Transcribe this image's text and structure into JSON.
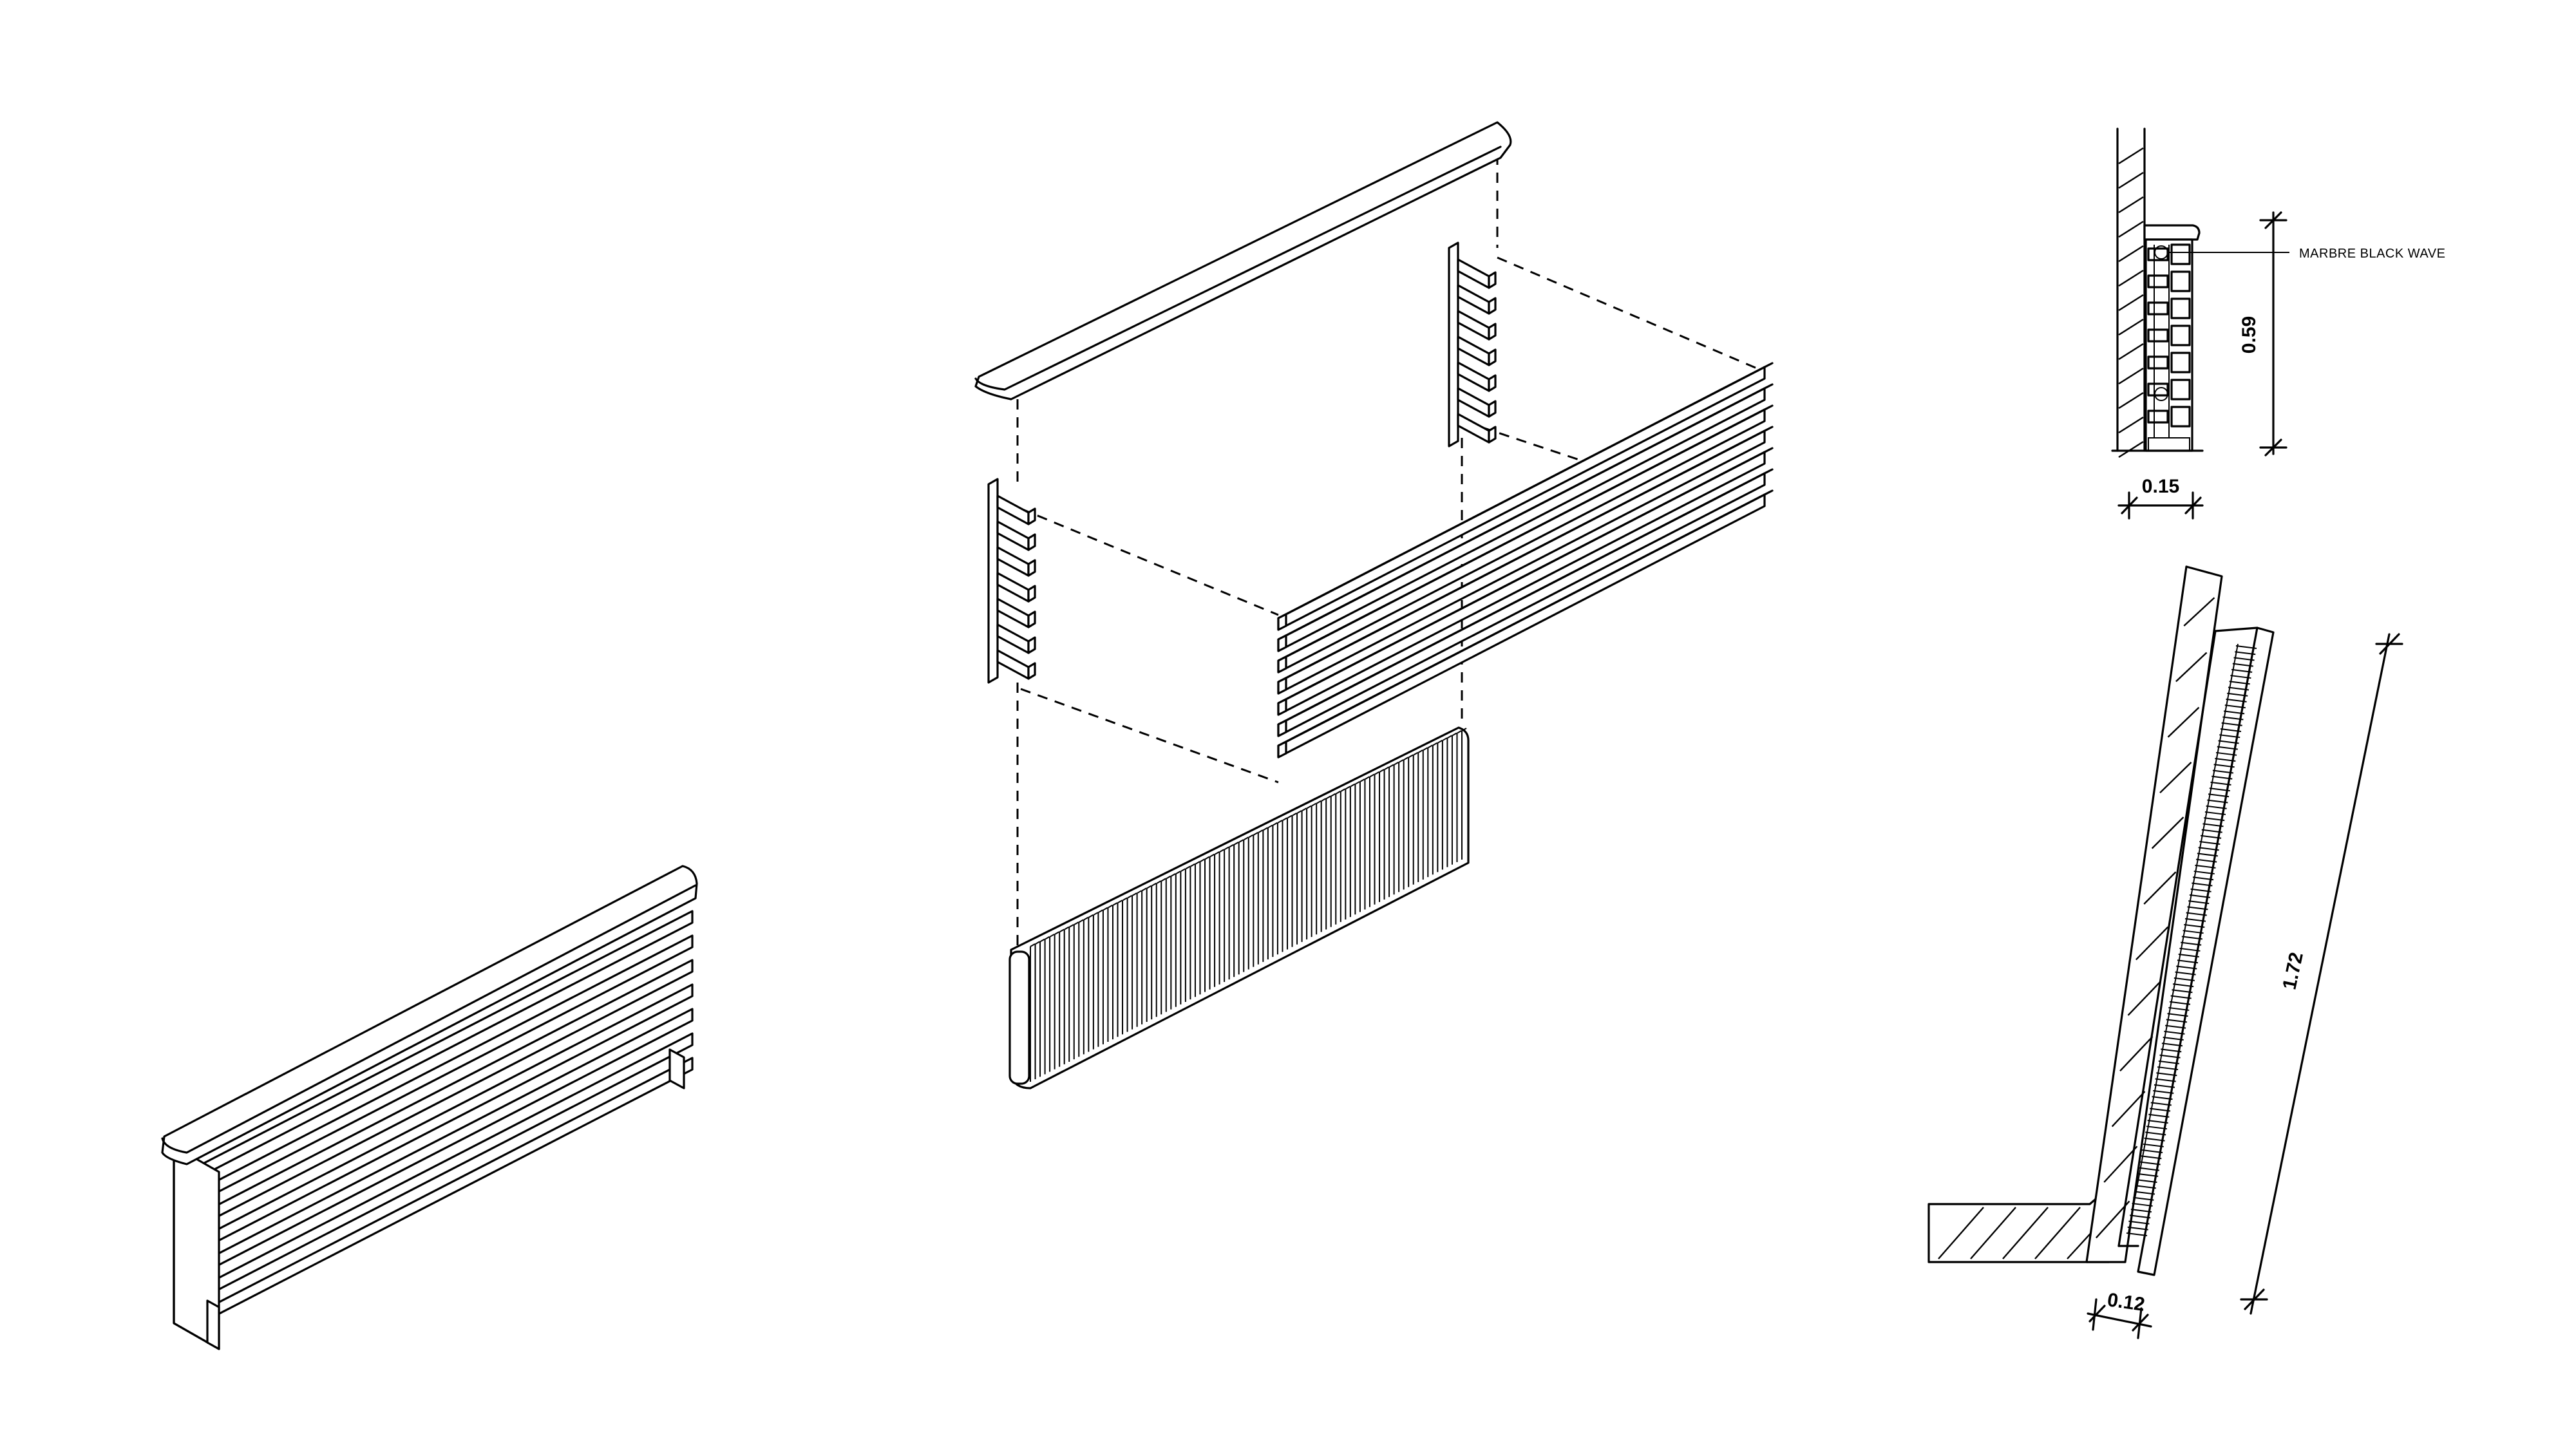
{
  "labels": {
    "material_note": "MARBRE BLACK WAVE",
    "dim_height": "0.59",
    "dim_depth": "0.15",
    "dim_length": "1.72",
    "dim_thickness": "0.12"
  }
}
